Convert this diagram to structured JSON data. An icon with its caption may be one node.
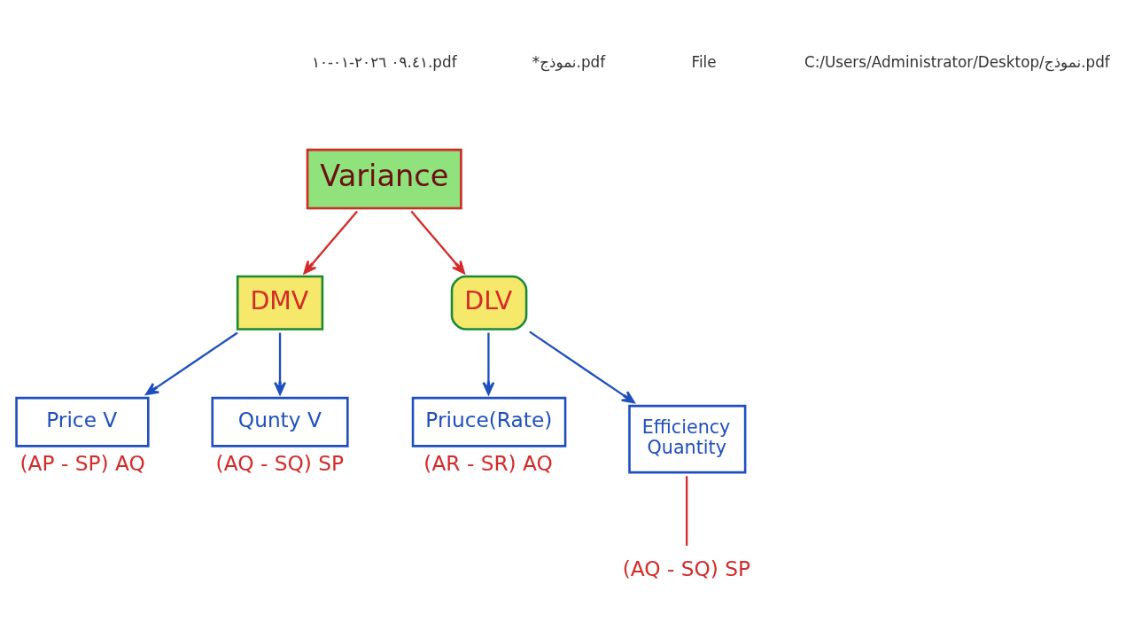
{
  "diagram": {
    "nodes": [
      {
        "text": [
          "Variance"
        ]
      },
      {
        "text": [
          "DMV"
        ]
      },
      {
        "text": [
          "DLV"
        ]
      },
      {
        "text": [
          "Price V"
        ],
        "beside": [
          "(AP - SP) AQ"
        ]
      },
      {
        "text": [
          "Qunty V"
        ],
        "beside": [
          "(AQ - SQ) SP"
        ]
      },
      {
        "text": [
          "Priuce(Rate)"
        ],
        "beside": [
          "(AR - SR) AQ"
        ]
      },
      {
        "text": [
          "Efficiency",
          "Quantity"
        ]
      },
      {
        "text": [
          "(AQ - SQ) SP"
        ]
      }
    ],
    "edges": [
      {
        "from": 0,
        "to": 1,
        "arrow": "to",
        "color": "#d42a2a"
      },
      {
        "from": 0,
        "to": 2,
        "arrow": "to",
        "color": "#d42a2a"
      },
      {
        "from": 1,
        "to": 3,
        "arrow": "to"
      },
      {
        "from": 1,
        "to": 4,
        "arrow": "to"
      },
      {
        "from": 2,
        "to": 5,
        "arrow": "to"
      },
      {
        "from": 2,
        "to": 6,
        "arrow": "to"
      },
      {
        "from": 6,
        "to": 7,
        "arrow": "none",
        "color": "#d42a2a"
      }
    ],
    "labels": [
      "٠٩.٤١ ٢٠٢٦-٠١-١٠.pdf",
      "*نموذج.pdf",
      "File",
      "C:/Users/Administrator/Desktop/نموذج.pdf"
    ]
  }
}
